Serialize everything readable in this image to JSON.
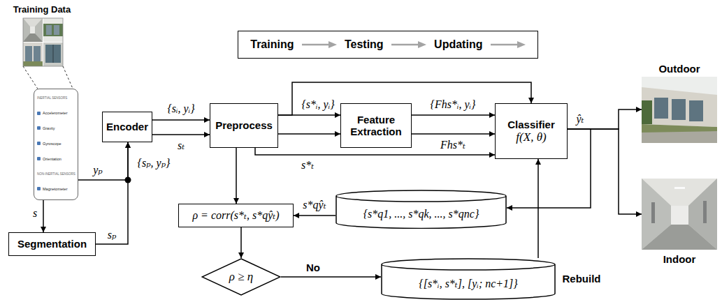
{
  "diagram": {
    "nodes": [
      {
        "text": [
          "Training",
          "Testing",
          "Updating"
        ]
      },
      {
        "text": [
          "INERTIAL SENSORS",
          "Accelerometer",
          "Gravity",
          "Gyroscope",
          "Orientation",
          "NON-INERTIAL SENSORS",
          "Magnetometer"
        ]
      },
      {
        "text": [
          "Encoder"
        ]
      },
      {
        "text": [
          "Preprocess"
        ]
      },
      {
        "text": [
          "Feature Extraction"
        ]
      },
      {
        "text": [
          "Classifier",
          "f(X, θ)"
        ]
      },
      {
        "text": [
          "Outdoor"
        ]
      },
      {
        "text": [
          "Indoor"
        ]
      },
      {
        "text": [
          "ρ = corr(s*ₜ, s*qŷₜ)"
        ]
      },
      {
        "text": [
          "{s*q1, ..., s*qk, ..., s*qnc}"
        ]
      },
      {
        "text": [
          "Segmentation"
        ]
      },
      {
        "text": [
          "ρ ≥ η"
        ]
      },
      {
        "text": [
          "{[s*ᵢ, s*ₜ], [yᵢ; nc+1]}"
        ]
      }
    ],
    "edges": [
      {
        "from": 1,
        "to": 10,
        "label": "s",
        "arrow": "to"
      },
      {
        "from": 1,
        "to": 2,
        "label": "yₚ",
        "arrow": "to"
      },
      {
        "from": 10,
        "to": 2,
        "label": "sₚ",
        "arrow": "to"
      },
      {
        "from": 2,
        "to": 3,
        "label": "{sᵢ, yᵢ}",
        "arrow": "to"
      },
      {
        "from": 2,
        "to": 3,
        "label": "sₜ",
        "arrow": "to"
      },
      {
        "from": 3,
        "to": 4,
        "label": "{s*ᵢ, yᵢ}",
        "arrow": "to"
      },
      {
        "from": 3,
        "to": 4,
        "arrow": "to"
      },
      {
        "from": 3,
        "to": 5,
        "arrow": "to"
      },
      {
        "from": 3,
        "to": 5,
        "label": "s*ₜ",
        "arrow": "to"
      },
      {
        "from": 3,
        "to": 8,
        "arrow": "to"
      },
      {
        "from": 4,
        "to": 5,
        "label": "{Fhs*ᵢ, yᵢ}",
        "arrow": "to"
      },
      {
        "from": 4,
        "to": 5,
        "label": "Fhs*ₜ",
        "arrow": "to"
      },
      {
        "from": 5,
        "to": 6,
        "arrow": "to"
      },
      {
        "from": 5,
        "to": 7,
        "arrow": "to"
      },
      {
        "from": 5,
        "to": 9,
        "arrow": "to"
      },
      {
        "from": 9,
        "to": 8,
        "label": "s*qŷₜ",
        "arrow": "to"
      },
      {
        "from": 8,
        "to": 11,
        "arrow": "to"
      },
      {
        "from": 11,
        "to": 12,
        "label": "No",
        "arrow": "to"
      },
      {
        "from": 12,
        "to": 5,
        "label": "Rebuild",
        "arrow": "to"
      }
    ],
    "labels": [
      "Training Data",
      "{sₚ, yₚ}",
      "ŷₜ"
    ]
  }
}
